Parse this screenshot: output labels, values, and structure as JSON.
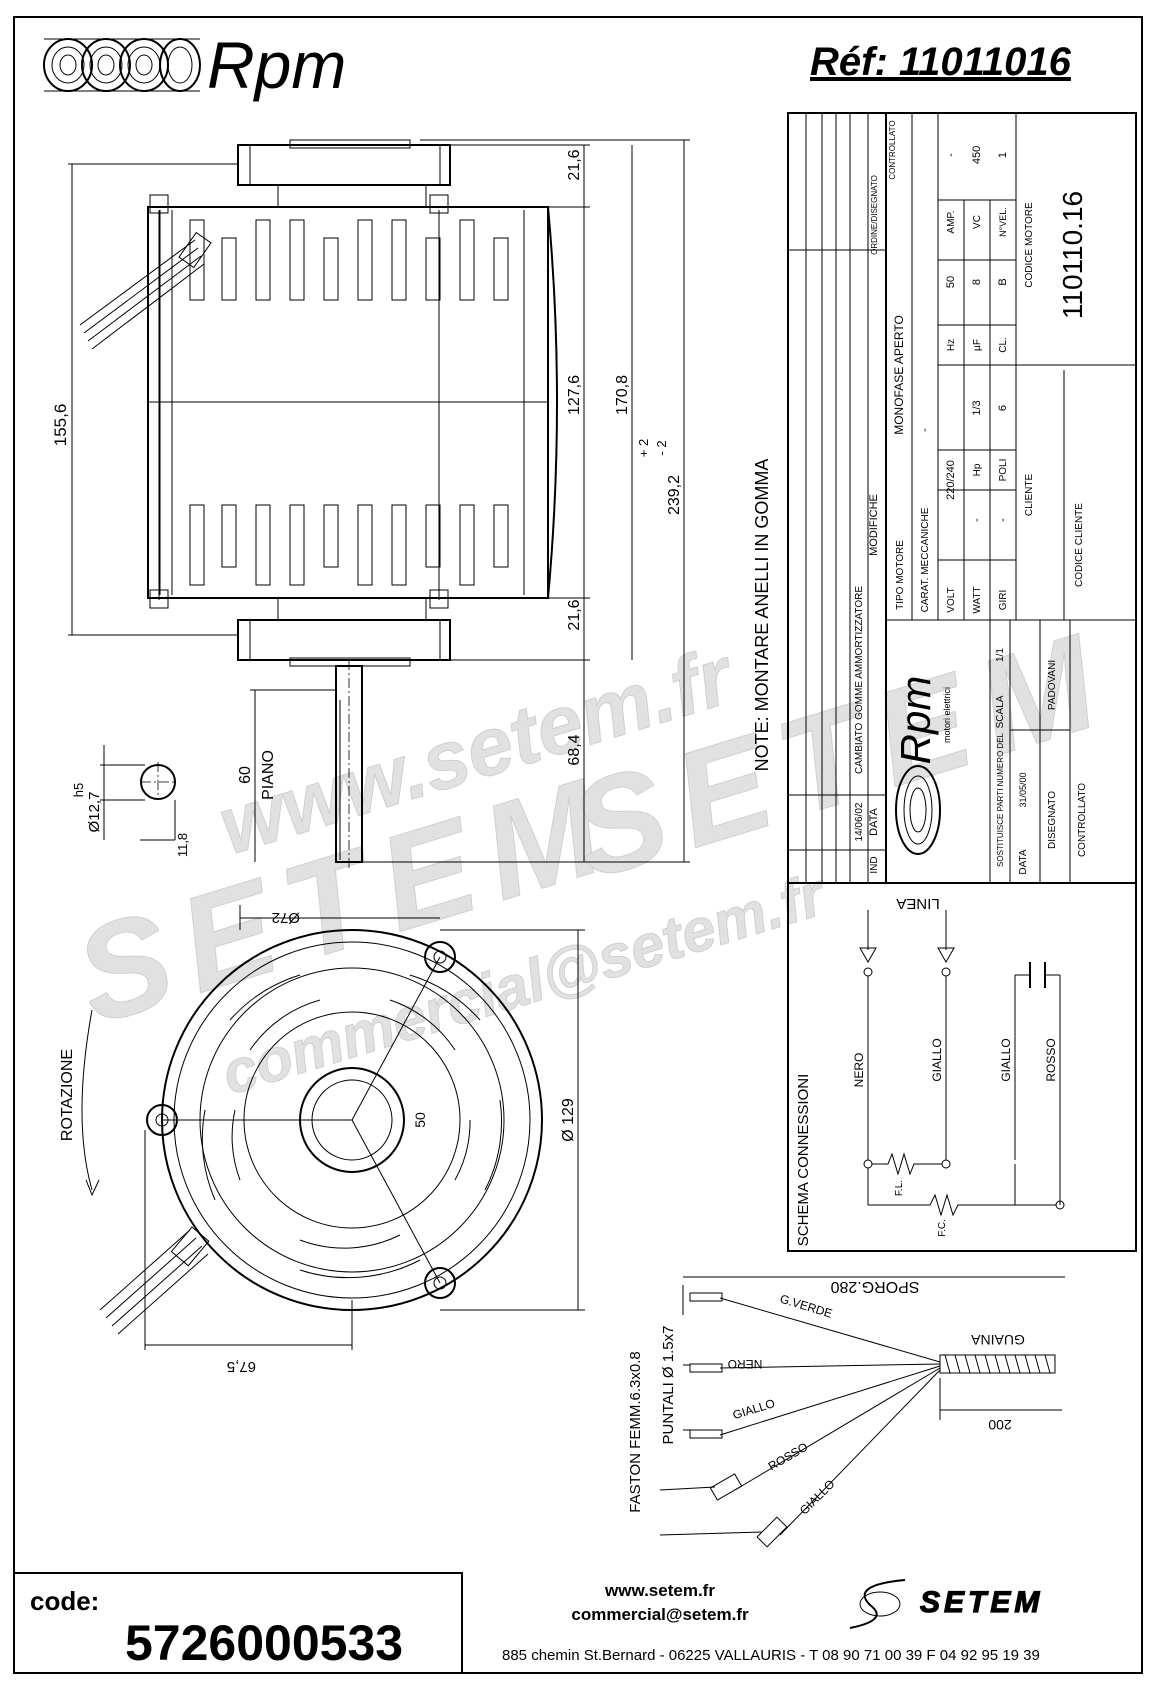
{
  "header": {
    "brand": "Rpm",
    "reference": "Réf:  11011016"
  },
  "side_view": {
    "dims": {
      "flange_top": "21,6",
      "body": "127,6",
      "body_total": "170,8",
      "overall": "239,2",
      "overall_tol_plus": "+ 2",
      "overall_tol_minus": "- 2",
      "flange_bottom": "21,6",
      "shaft": "68,4",
      "height": "155,6",
      "flat_len": "60",
      "flat_label": "PIANO",
      "shaft_dia": "Ø12,7",
      "shaft_tol": "h5",
      "flat_depth": "11,8"
    }
  },
  "front_view": {
    "dims": {
      "bolt_circle": "Ø72",
      "diameter": "Ø 129",
      "hub": "50",
      "offset": "67,5"
    },
    "rotation_label": "ROTAZIONE"
  },
  "note": "NOTE:   MONTARE ANELLI IN GOMMA",
  "title_block": {
    "rev_headers": [
      "IND",
      "DATA",
      "MODIFICHE",
      "ORDINE/DISEGNATO",
      "CONTROLLATO"
    ],
    "rev_date": "14/06/02",
    "rev_change": "CAMBIATO GOMME AMMORTIZZATORE",
    "tipo_motore_label": "TIPO MOTORE",
    "tipo_motore": "MONOFASE APERTO",
    "carat_label": "CARAT. MECCANICHE",
    "carat_value": "-",
    "volt_label": "VOLT",
    "volt": "220/240",
    "hz_label": "Hz",
    "hz": "50",
    "amp_label": "AMP.",
    "amp": "-",
    "watt_label": "WATT",
    "watt": "-",
    "hp_label": "Hp",
    "hp": "1/3",
    "uf_label": "µF",
    "uf": "8",
    "vc_label": "VC",
    "vc": "450",
    "giri_label": "GIRI",
    "giri": "-",
    "poli_label": "POLI",
    "poli": "6",
    "cl_label": "CL.",
    "cl": "B",
    "nvel_label": "N°VEL.",
    "nvel": "1",
    "cliente_label": "CLIENTE",
    "codice_cliente_label": "CODICE CLIENTE",
    "codice_motore_label": "CODICE MOTORE",
    "codice_motore": "110110.16",
    "logo_text": "Rpm",
    "logo_sub": "motori elettrici",
    "sostituisce_label": "SOSTITUISCE PARTI NUMERO DEL",
    "scala_label": "SCALA",
    "scala": "1/1",
    "data_label": "DATA",
    "data": "31/05/00",
    "disegnato_label": "DISEGNATO",
    "disegnato": "PADOVANI",
    "controllato_label": "CONTROLLATO"
  },
  "schema": {
    "title": "SCHEMA CONNESSIONI",
    "linea": "LINEA",
    "wires": [
      "NERO",
      "GIALLO",
      "GIALLO",
      "ROSSO"
    ],
    "fl": "F.L.",
    "fc": "F.C."
  },
  "cable": {
    "sporg": "SPORG.280",
    "guaina": "GUAINA",
    "guaina_len": "200",
    "wires": [
      "G.VERDE",
      "NERO",
      "GIALLO",
      "ROSSO",
      "GIALLO"
    ],
    "puntali": "PUNTALI  Ø 1.5x7",
    "faston": "FASTON FEMM.6.3x0.8"
  },
  "watermark": {
    "line1": "www.setem.fr",
    "line2": "SETEM",
    "line3": "commercial@setem.fr"
  },
  "footer": {
    "code_label": "code:",
    "code": "5726000533",
    "web": "www.setem.fr",
    "email": "commercial@setem.fr",
    "address": "885 chemin St.Bernard  -  06225 VALLAURIS  -  T 08 90 71 00 39   F 04 92 95 19 39",
    "company": "SETEM"
  }
}
